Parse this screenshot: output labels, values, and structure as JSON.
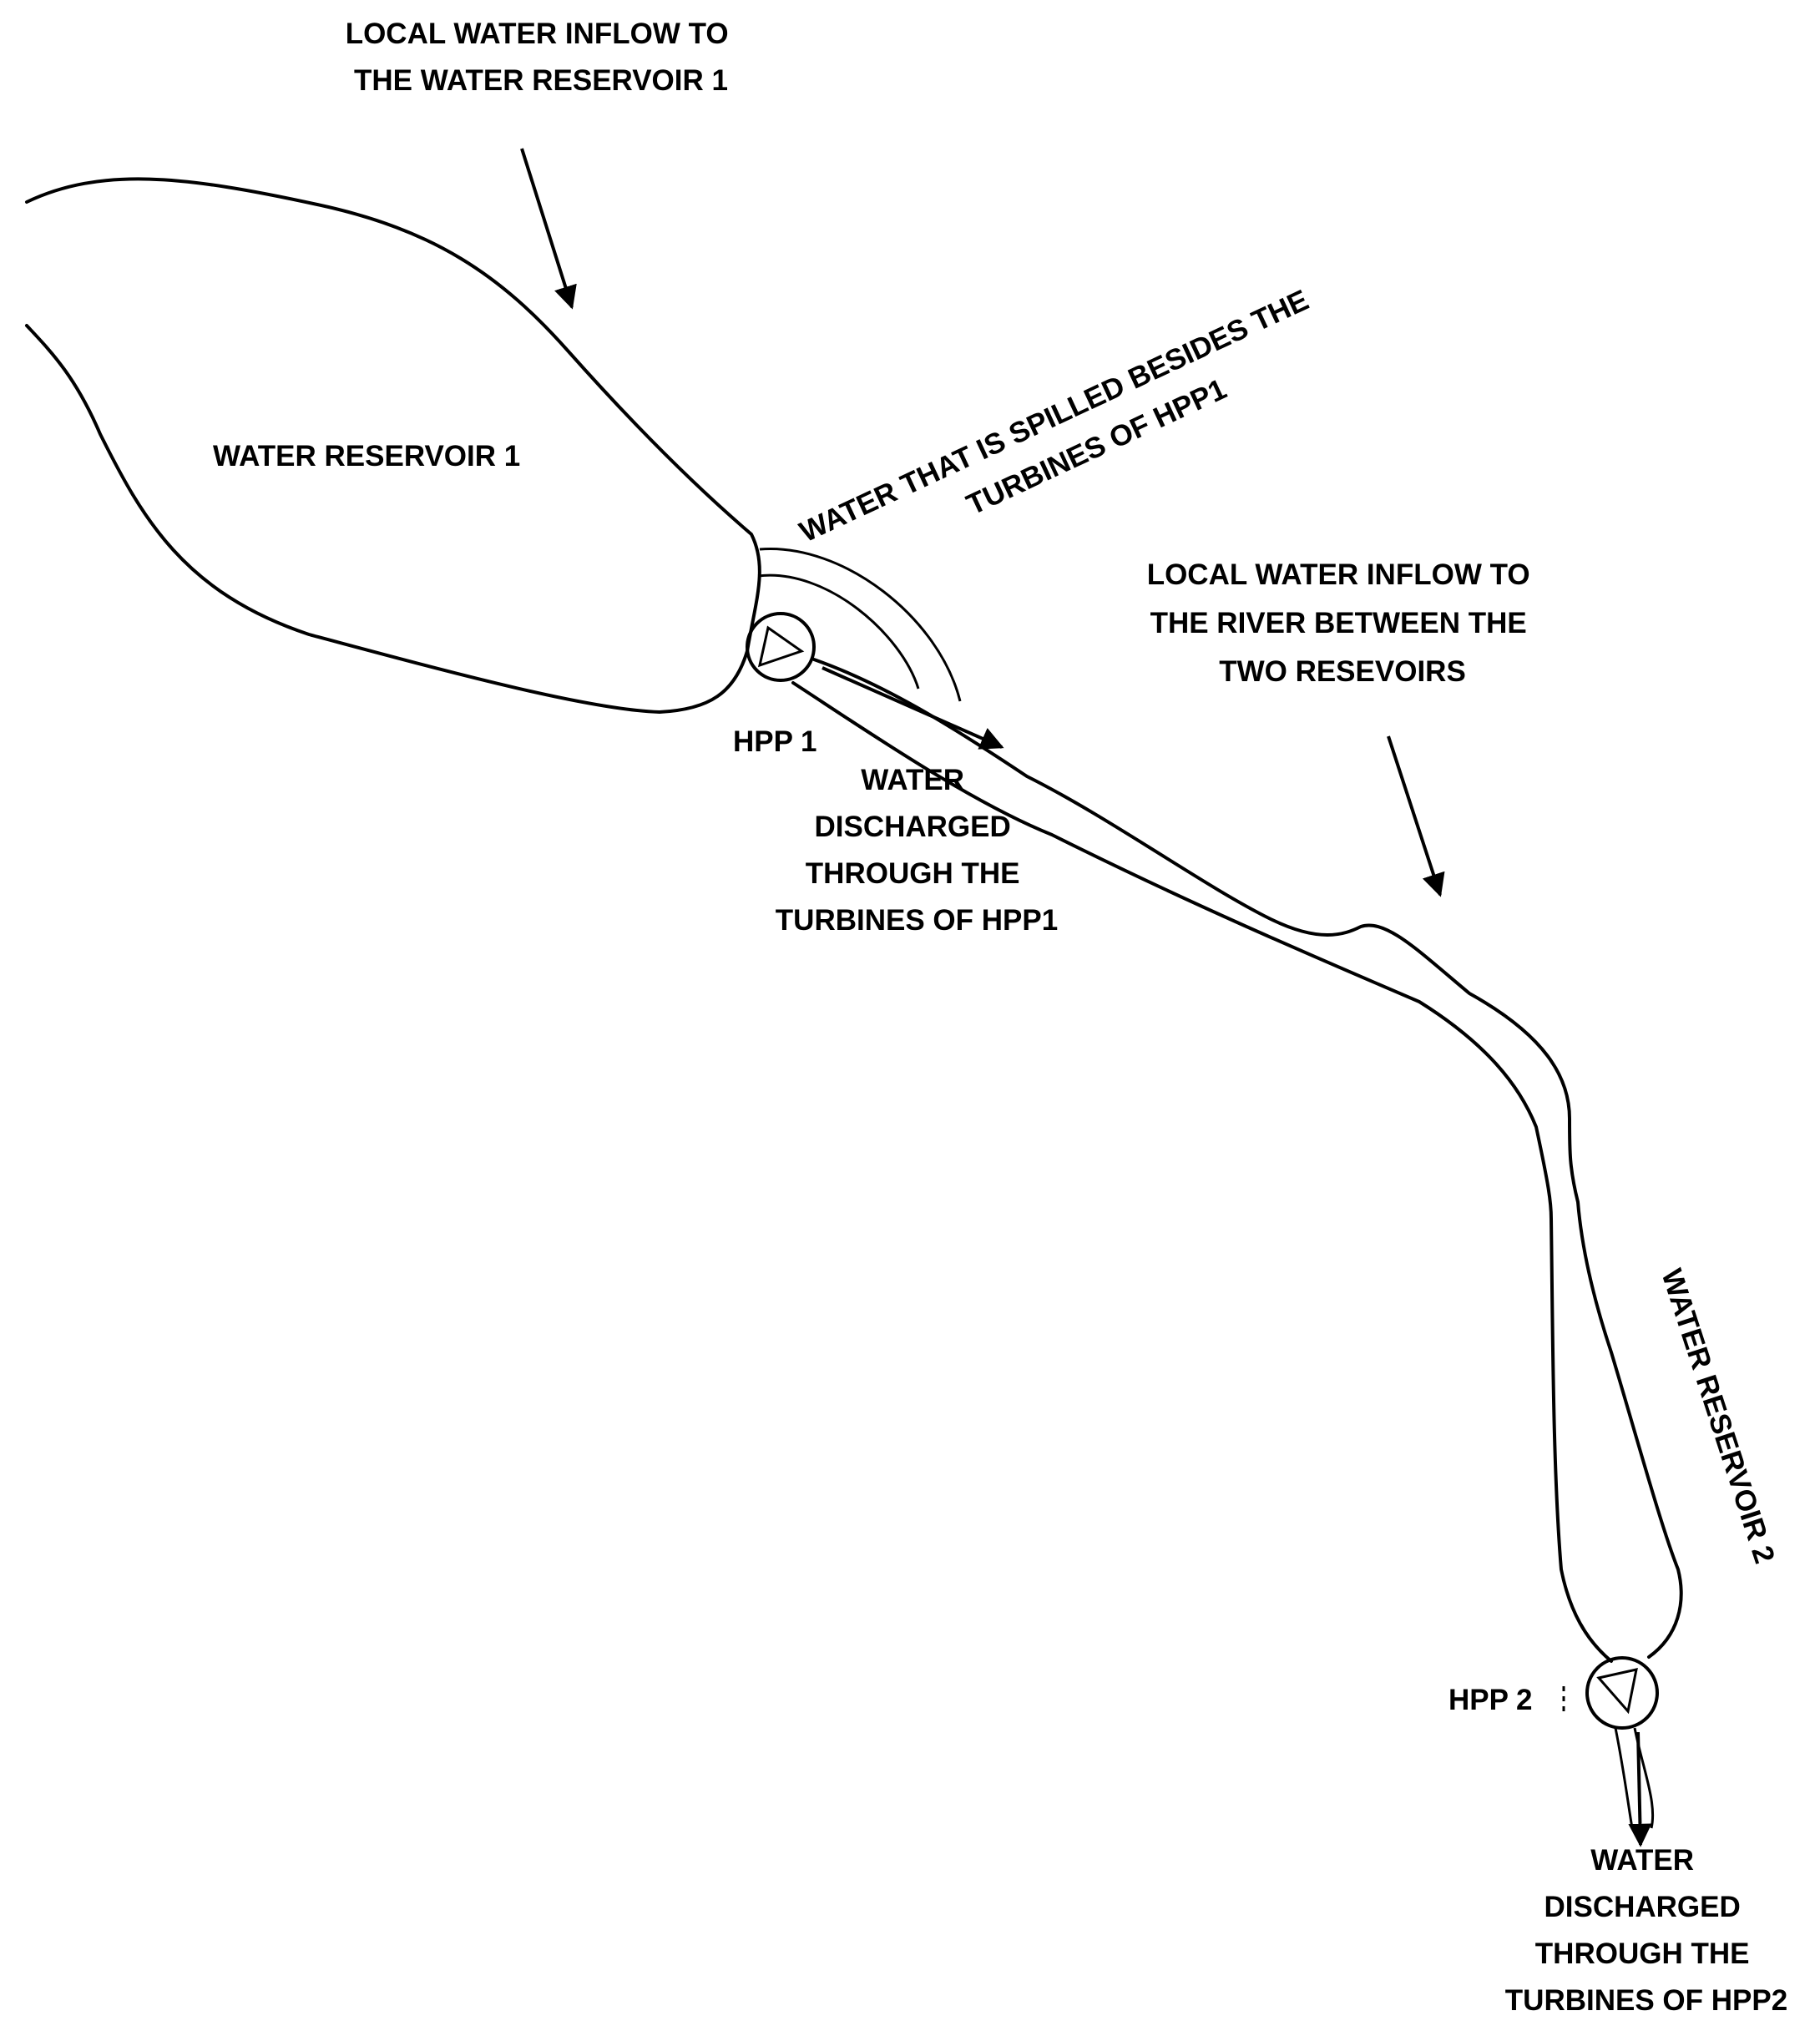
{
  "labels": {
    "inflow_reservoir1": [
      "LOCAL WATER INFLOW TO",
      "THE WATER RESERVOIR 1"
    ],
    "reservoir1": "WATER RESERVOIR 1",
    "spilled": [
      "WATER THAT IS SPILLED BESIDES THE",
      "TURBINES OF HPP1"
    ],
    "inflow_river": [
      "LOCAL WATER INFLOW TO",
      "THE RIVER BETWEEN THE",
      "TWO RESEVOIRS"
    ],
    "hpp1": "HPP 1",
    "discharged_hpp1": [
      "WATER",
      "DISCHARGED",
      "THROUGH THE",
      "TURBINES OF HPP1"
    ],
    "reservoir2": "WATER RESERVOIR 2",
    "hpp2": "HPP 2",
    "discharged_hpp2": [
      "WATER",
      "DISCHARGED",
      "THROUGH THE",
      "TURBINES OF HPP2"
    ]
  }
}
